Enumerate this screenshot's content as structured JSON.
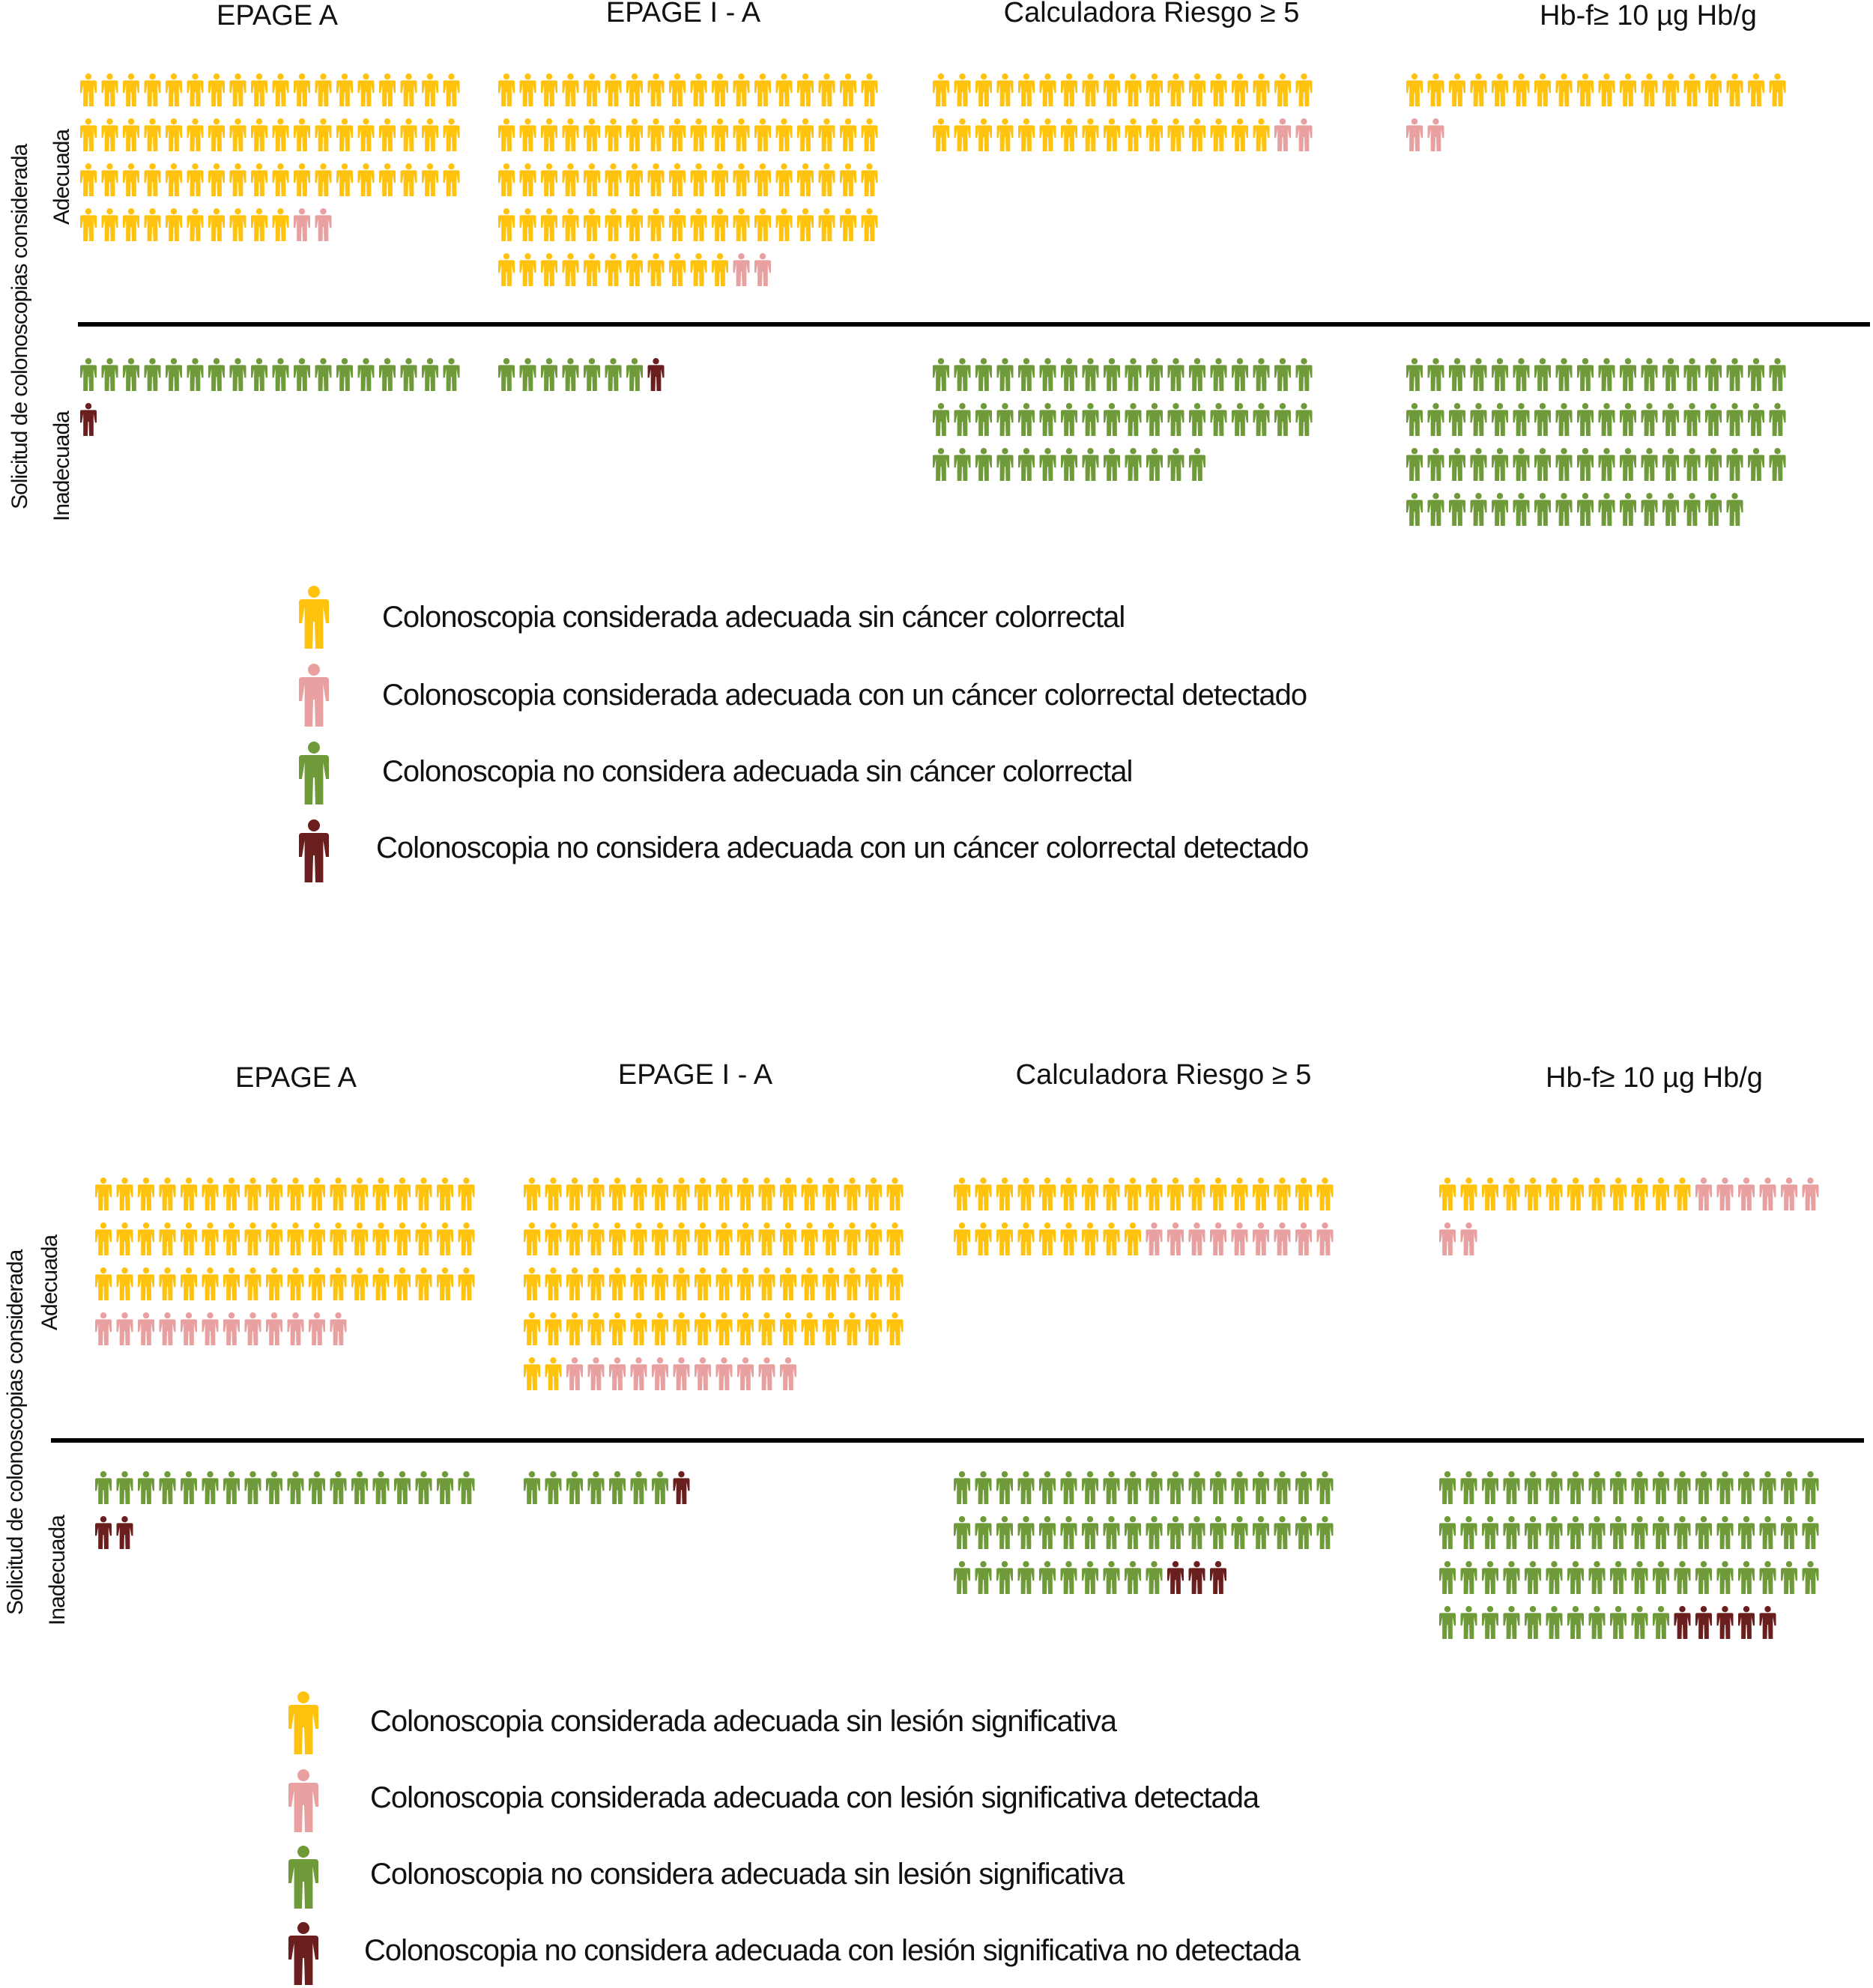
{
  "colors": {
    "adequate_no_lesion": "#FFC20E",
    "adequate_lesion": "#E8A0A0",
    "inadequate_no_lesion": "#6F9A3A",
    "inadequate_lesion": "#6B1E1E"
  },
  "icon": "person-icon",
  "row_labels": {
    "group": "Solicitud de colonoscopias considerada",
    "adequate": "Adecuada",
    "inadequate": "Inadecuada"
  },
  "chart_data": [
    {
      "type": "pictogram",
      "columns": [
        "EPAGE A",
        "EPAGE I - A",
        "Calculadora Riesgo ≥ 5",
        "Hb-f≥  10 µg Hb/g"
      ],
      "rows": [
        "Adecuada",
        "Inadecuada"
      ],
      "series": [
        {
          "name": "Colonoscopia considerada adecuada sin cáncer colorrectal",
          "color_key": "adequate_no_lesion",
          "row": "Adecuada",
          "values": [
            64,
            83,
            34,
            18
          ]
        },
        {
          "name": "Colonoscopia considerada adecuada con un cáncer colorrectal detectado",
          "color_key": "adequate_lesion",
          "row": "Adecuada",
          "values": [
            2,
            2,
            2,
            2
          ]
        },
        {
          "name": "Colonoscopia no considera adecuada sin cáncer colorrectal",
          "color_key": "inadequate_no_lesion",
          "row": "Inadecuada",
          "values": [
            18,
            7,
            49,
            70
          ]
        },
        {
          "name": "Colonoscopia no considera adecuada con un cáncer colorrectal detectado",
          "color_key": "inadequate_lesion",
          "row": "Inadecuada",
          "values": [
            1,
            1,
            0,
            0
          ]
        }
      ]
    },
    {
      "type": "pictogram",
      "columns": [
        "EPAGE A",
        "EPAGE I - A",
        "Calculadora Riesgo ≥ 5",
        "Hb-f≥  10 µg Hb/g"
      ],
      "rows": [
        "Adecuada",
        "Inadecuada"
      ],
      "series": [
        {
          "name": "Colonoscopia considerada adecuada sin lesión significativa",
          "color_key": "adequate_no_lesion",
          "row": "Adecuada",
          "values": [
            54,
            74,
            27,
            12
          ]
        },
        {
          "name": "Colonoscopia considerada adecuada con lesión significativa detectada",
          "color_key": "adequate_lesion",
          "row": "Adecuada",
          "values": [
            12,
            11,
            9,
            8
          ]
        },
        {
          "name": "Colonoscopia no considera adecuada sin lesión significativa",
          "color_key": "inadequate_no_lesion",
          "row": "Inadecuada",
          "values": [
            18,
            7,
            46,
            65
          ]
        },
        {
          "name": "Colonoscopia no considera adecuada con lesión significativa no detectada",
          "color_key": "inadequate_lesion",
          "row": "Inadecuada",
          "values": [
            2,
            1,
            3,
            5
          ]
        }
      ]
    }
  ]
}
